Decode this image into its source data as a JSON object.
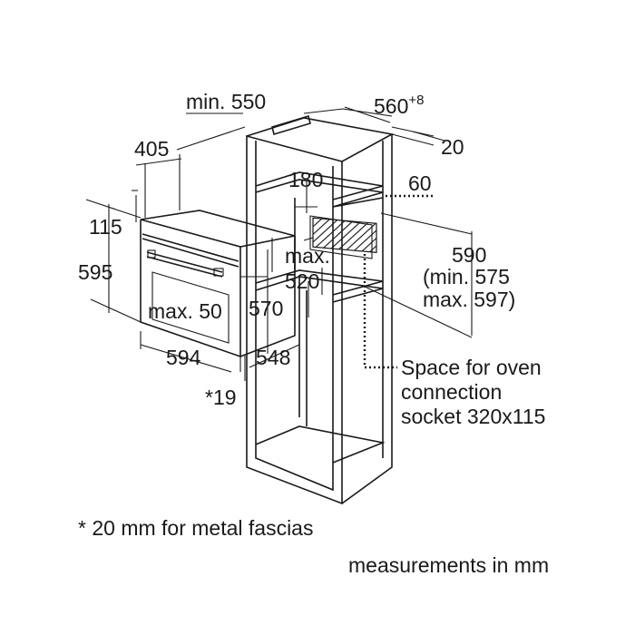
{
  "labels": {
    "min_depth": "min. 550",
    "width_main": "560",
    "width_sup": "+8",
    "top_gap": "20",
    "shelf_180": "180",
    "dim_60": "60",
    "dim_405": "405",
    "dim_115": "115",
    "dim_595": "595",
    "max_520_a": "max.",
    "max_520_b": "520",
    "height_590": "590",
    "min_575": "(min. 575",
    "max_597": "max. 597)",
    "max_50": "max. 50",
    "dim_570": "570",
    "dim_594": "594",
    "dim_548": "548",
    "dim_19": "*19",
    "socket_1": "Space for oven",
    "socket_2": "connection",
    "socket_3": "socket 320x115"
  },
  "footnote": "* 20 mm for metal fascias",
  "units_note": "measurements in mm"
}
